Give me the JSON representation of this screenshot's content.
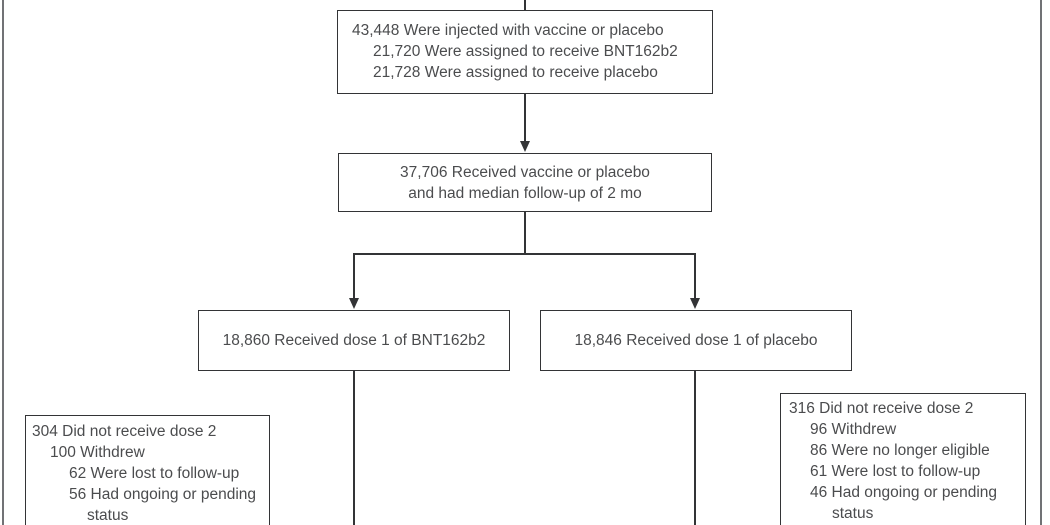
{
  "diagram": {
    "kind": "trial-enrollment-flowchart",
    "colors": {
      "line": "#333436",
      "outer_frame": "#717275",
      "text": "#4b4c4e",
      "background": "#ffffff"
    },
    "boxes": {
      "injected": {
        "lines": [
          "43,448 Were injected with vaccine or placebo",
          "21,720 Were assigned to receive BNT162b2",
          "21,728 Were assigned to receive placebo"
        ]
      },
      "received": {
        "lines": [
          "37,706 Received vaccine or placebo",
          "and had median follow-up of 2 mo"
        ]
      },
      "dose1_bnt162b2": {
        "text": "18,860 Received dose 1 of BNT162b2"
      },
      "dose1_placebo": {
        "text": "18,846 Received dose 1 of placebo"
      },
      "no_dose2_bnt162b2": {
        "lines": [
          "304 Did not receive dose 2",
          "100 Withdrew",
          "62 Were lost to follow-up",
          "56 Had ongoing or pending",
          "status"
        ]
      },
      "no_dose2_placebo": {
        "lines": [
          "316 Did not receive dose 2",
          "96 Withdrew",
          "86 Were no longer eligible",
          "61 Were lost to follow-up",
          "46 Had ongoing or pending",
          "status"
        ]
      }
    }
  }
}
